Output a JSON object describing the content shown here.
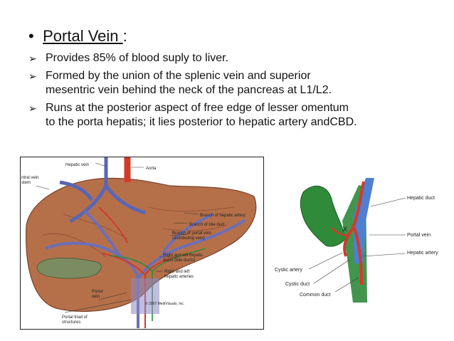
{
  "heading": {
    "bullet": "•",
    "title": "Portal Vein ",
    "colon": ":"
  },
  "points": [
    {
      "line1": "Provides 85% of blood suply to liver.",
      "line2": ""
    },
    {
      "line1": "Formed by the union of the splenic vein and superior",
      "line2": "mesentric vein behind the neck of the pancreas at L1/L2."
    },
    {
      "line1": "Runs at the posterior aspect of free edge of lesser omentum",
      "line2": "to the porta hepatis; it lies posterior to hepatic artery andCBD."
    }
  ],
  "arrow_glyph": "➢",
  "figure_left": {
    "labels": {
      "hepatic_vein": "Hepatic vein",
      "aorta": "Aorta",
      "central_vein_1": "ntral vein",
      "central_vein_2": "stem",
      "branch_hepatic_artery": "Branch of hepatic artery",
      "branch_bile_duct": "Branch of bile duct",
      "branch_portal_vein_1": "Branch of portal vein",
      "branch_portal_vein_2": "(distributing vein)",
      "rl_hepatic_ducts_1": "Right and left hepatic",
      "rl_hepatic_ducts_2": "ducts (bile ducts)",
      "rl_hepatic_arteries_1": "Right and left",
      "rl_hepatic_arteries_2": "hepatic arteries",
      "portal_vein_1": "Portal",
      "portal_vein_2": "vein",
      "copyright": "© 2007 MediVisuals, Inc.",
      "portal_triad_1": "Portal triad of",
      "portal_triad_2": "structures"
    }
  },
  "figure_right": {
    "labels": {
      "hepatic_duct": "Hepatic duct",
      "portal_vein": "Portal vein",
      "hepatic_artery": "Hepatic artery",
      "cystic_artery": "Cystic artery",
      "cystic_duct": "Cystic duct",
      "common_duct": "Common duct",
      "x_mark": "X"
    }
  },
  "colors": {
    "liver": "#b5704a",
    "portal_vein": "#6b6fb8",
    "artery": "#d23a2a",
    "bile": "#2f8a3a",
    "gallbladder": "#7b8c62"
  }
}
